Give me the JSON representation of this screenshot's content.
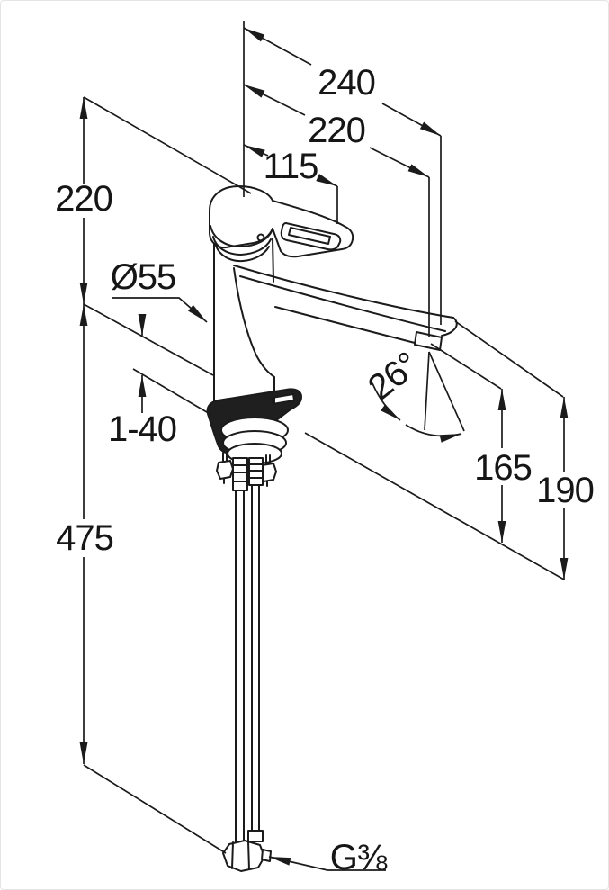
{
  "drawing": {
    "background": "#ffffff",
    "ink": "#1b1b1b",
    "labels": {
      "spout_reach_overall": "240",
      "spout_reach": "220",
      "handle_length": "115",
      "height_above_deck": "220",
      "body_diameter": "Ø55",
      "deck_thickness_range": "1-40",
      "hose_length_below_deck": "475",
      "spout_angle": "26°",
      "outlet_height": "165",
      "overall_height": "190",
      "supply_thread": "G⅜"
    }
  }
}
